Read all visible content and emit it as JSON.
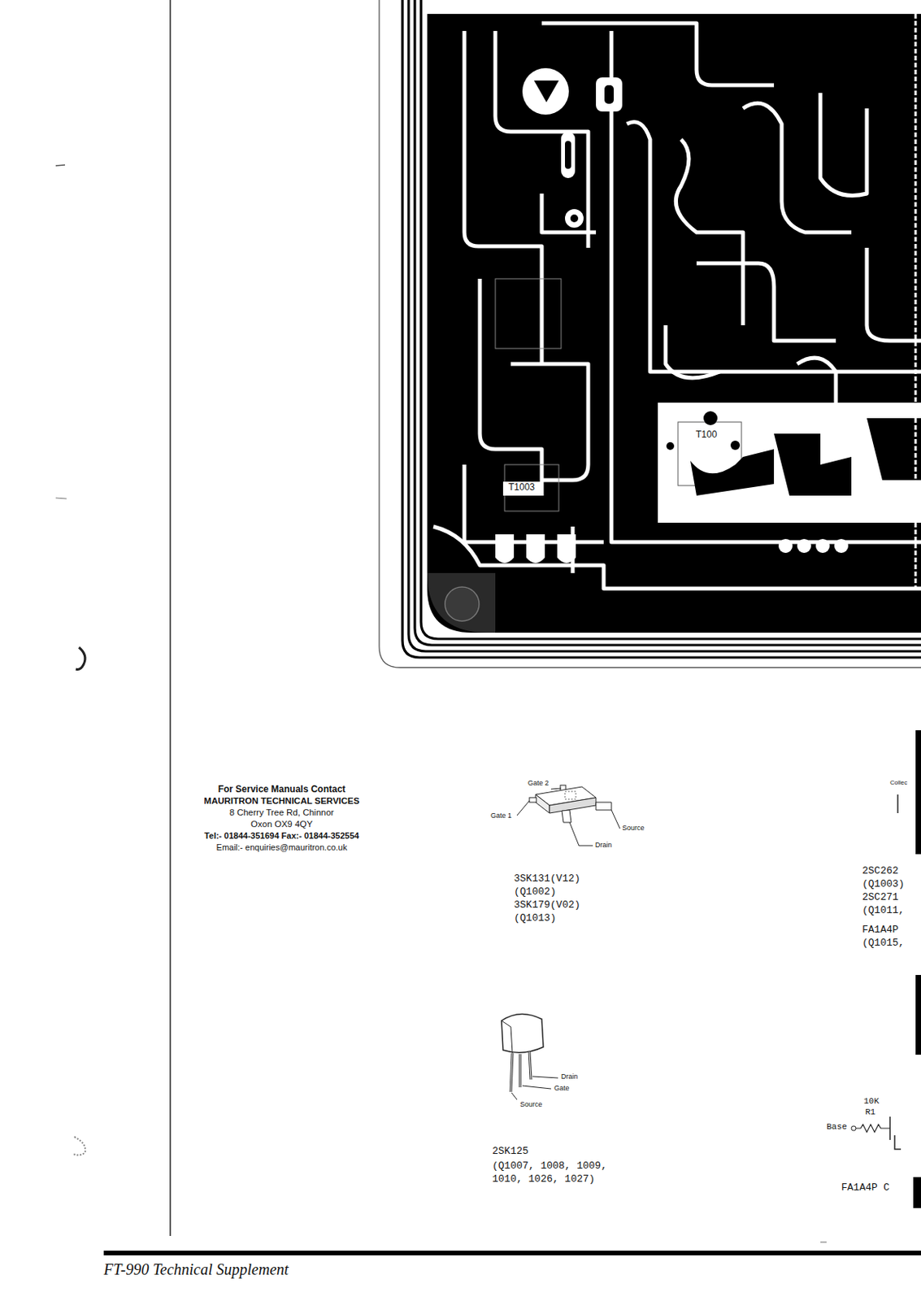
{
  "diagram": {
    "labels": [
      "T1003",
      "T100",
      "For Service Manuals Contact",
      "MAURITRON TECHNICAL SERVICES",
      "8 Cherry Tree Rd, Chinnor",
      "Oxon OX9 4QY",
      "Tel:- 01844-351694 Fax:- 01844-352554",
      "Email:- enquiries@mauritron.co.uk",
      "Gate 2",
      "Gate 1",
      "Source",
      "Drain",
      "3SK131(V12)",
      "(Q1002)",
      "3SK179(V02)",
      "(Q1013)",
      "Drain",
      "Gate",
      "Source",
      "2SK125",
      "(Q1007, 1008, 1009, 1010, 1026, 1027)",
      "Collec",
      "2SC262",
      "(Q1003)",
      "2SC271",
      "(Q1011,",
      "FA1A4P",
      "(Q1015,",
      "10K",
      "R1",
      "Base",
      "FA1A4P C",
      "FT-990 Technical Supplement"
    ]
  }
}
